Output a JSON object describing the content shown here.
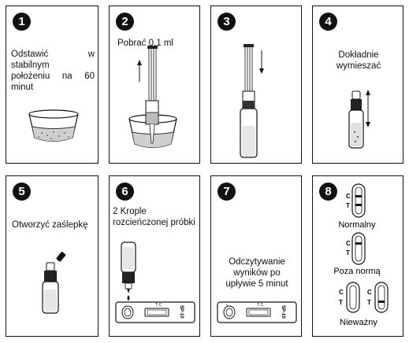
{
  "steps": [
    {
      "number": "1",
      "text_lines": [
        "Odstawić",
        "w",
        "stabilnym",
        "położeniu",
        "na",
        "60",
        "minut"
      ]
    },
    {
      "number": "2",
      "text": "Pobrać 0,1 ml"
    },
    {
      "number": "3"
    },
    {
      "number": "4",
      "text_lines": [
        "Dokładnie",
        "wymieszać"
      ]
    },
    {
      "number": "5",
      "text": "Otworzyć zaślepkę"
    },
    {
      "number": "6",
      "text_lines": [
        "2 Krople",
        "rozcieńczonej próbki"
      ]
    },
    {
      "number": "7",
      "text_lines": [
        "Odczytywanie",
        "wyników po",
        "upływie 5 minut"
      ]
    },
    {
      "number": "8",
      "results": [
        "Normalny",
        "Poza normą",
        "Nieważny"
      ],
      "marks": {
        "control": "C",
        "test": "T"
      }
    }
  ],
  "cassette": {
    "label": "SP-10",
    "marks": "T C",
    "sample_mark": "S"
  }
}
